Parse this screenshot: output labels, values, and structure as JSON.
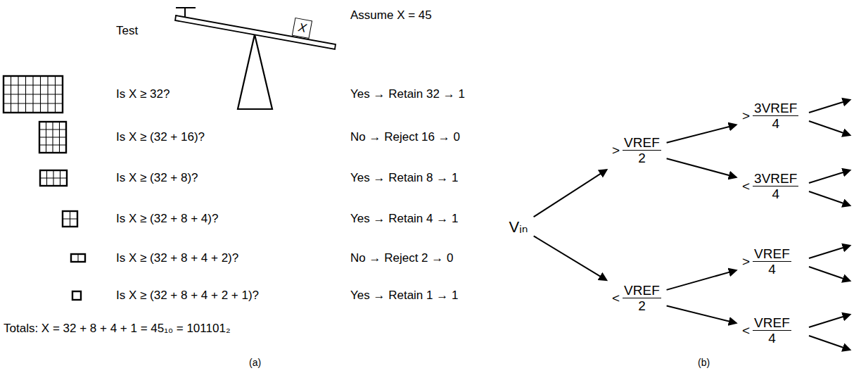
{
  "diagram": {
    "nodes": [
      {
        "text": [
          "X"
        ]
      },
      {
        "text": [
          "Vᵢₙ"
        ]
      },
      {
        "text": [
          ">",
          "VREF",
          "2"
        ]
      },
      {
        "text": [
          "<",
          "VREF",
          "2"
        ]
      },
      {
        "text": [
          ">",
          "3VREF",
          "4"
        ]
      },
      {
        "text": [
          "<",
          "3VREF",
          "4"
        ]
      },
      {
        "text": [
          ">",
          "VREF",
          "4"
        ]
      },
      {
        "text": [
          "<",
          "VREF",
          "4"
        ]
      }
    ],
    "edges": [
      {
        "from": 1,
        "to": 2,
        "arrow": "to"
      },
      {
        "from": 1,
        "to": 3,
        "arrow": "to"
      },
      {
        "from": 2,
        "to": 4,
        "arrow": "to"
      },
      {
        "from": 2,
        "to": 5,
        "arrow": "to"
      },
      {
        "from": 3,
        "to": 6,
        "arrow": "to"
      },
      {
        "from": 3,
        "to": 7,
        "arrow": "to"
      }
    ],
    "labels": [
      "Test",
      "Assume X = 45",
      "Is X ≥ 32?",
      "Yes → Retain 32 → 1",
      "Is X ≥ (32 + 16)?",
      "No → Reject 16 → 0",
      "Is X ≥ (32 + 8)?",
      "Yes → Retain 8 → 1",
      "Is X ≥ (32 + 8 + 4)?",
      "Yes → Retain 4 → 1",
      "Is X ≥ (32 + 8 + 4 + 2)?",
      "No → Reject 2 → 0",
      "Is X ≥ (32 + 8 + 4 + 2 + 1)?",
      "Yes → Retain 1 → 1",
      "Totals: X = 32 + 8 + 4 + 1 = 45₁₀ = 101101₂",
      "(a)",
      "(b)"
    ]
  }
}
